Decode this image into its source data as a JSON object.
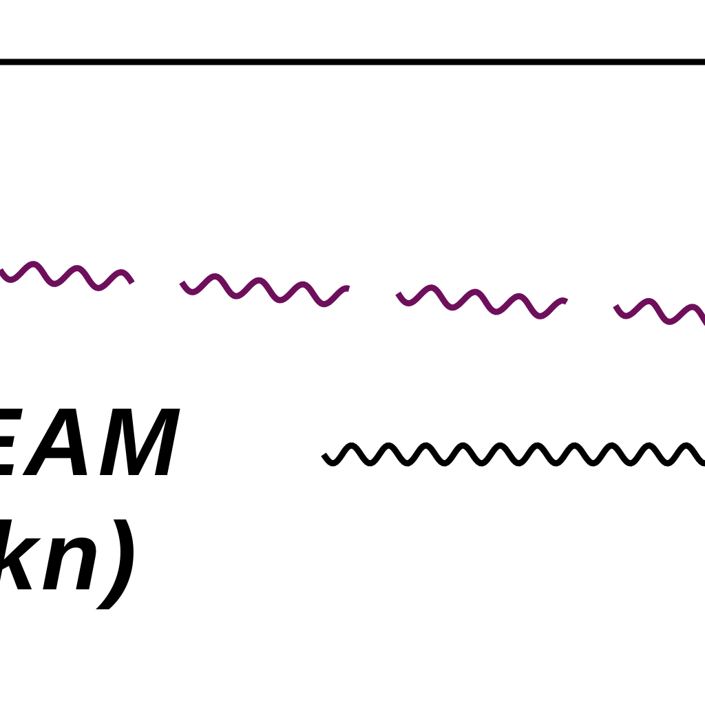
{
  "legend": {
    "label_line_1": "EAM",
    "label_line_2": "kn)",
    "colors": {
      "rule": "#000000",
      "dashed_wave": "#6e0f5c",
      "solid_wave": "#000000",
      "label_text": "#000000"
    },
    "symbols": [
      "horizontal-rule",
      "dashed-wavy-line",
      "wavy-line"
    ]
  }
}
